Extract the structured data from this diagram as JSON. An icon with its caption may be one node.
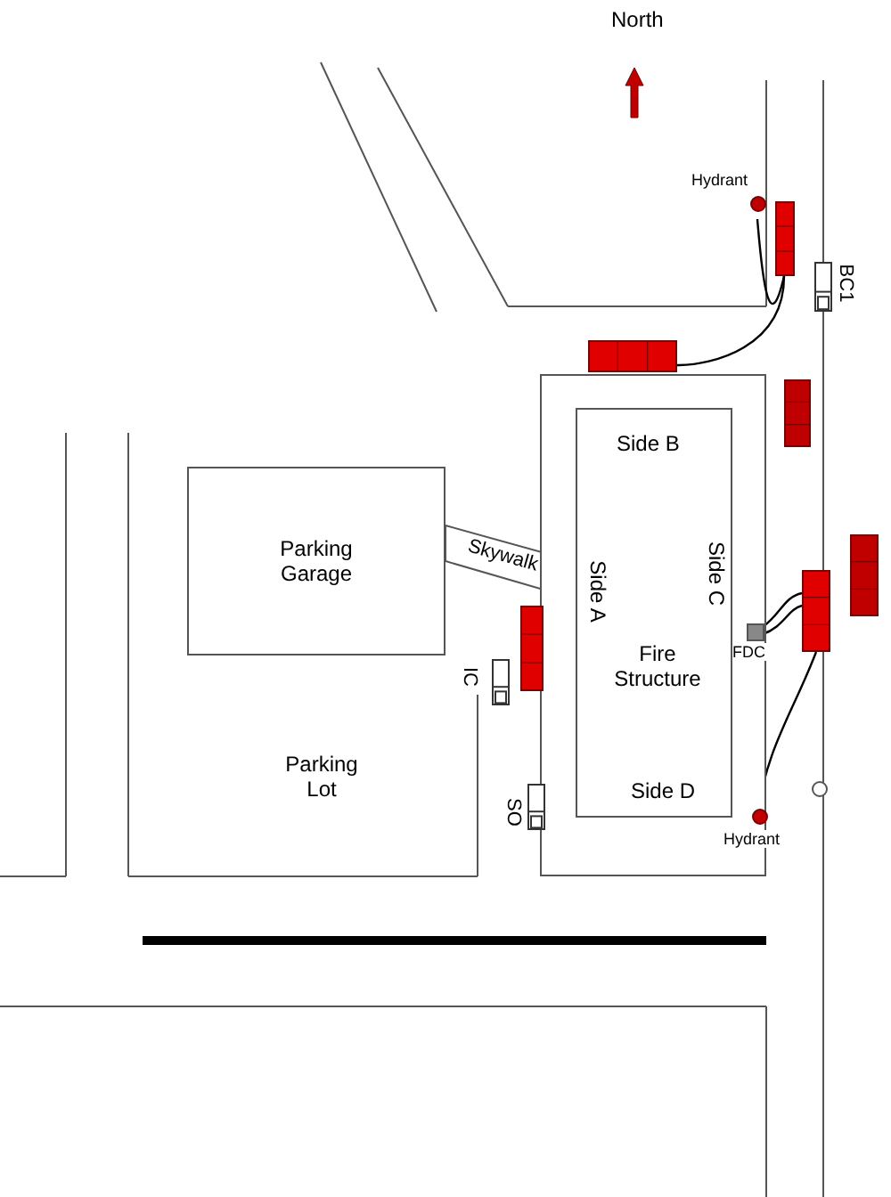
{
  "diagram": {
    "nodes": [
      {
        "text": [
          "Parking Garage"
        ]
      },
      {
        "text": [
          "Skywalk"
        ]
      },
      {
        "text": [],
        "shape": "box"
      },
      {
        "text": [
          "Side B",
          "Side A",
          "Side C",
          "Fire Structure",
          "Side D"
        ],
        "in": 2
      },
      {
        "text": [
          "Hydrant"
        ]
      },
      {
        "text": [],
        "shape": "truck"
      },
      {
        "text": [
          "BC1"
        ]
      },
      {
        "text": [],
        "shape": "truck"
      },
      {
        "text": [],
        "shape": "truck"
      },
      {
        "text": [],
        "shape": "truck"
      },
      {
        "text": [],
        "shape": "truck"
      },
      {
        "text": [
          "FDC"
        ],
        "in": 2
      },
      {
        "text": [
          "Hydrant"
        ],
        "in": 2
      },
      {
        "text": [],
        "shape": "truck"
      },
      {
        "text": [
          "IC"
        ]
      },
      {
        "text": [
          "SO"
        ]
      }
    ],
    "edges": [
      {
        "from": 4,
        "to": 5,
        "arrow": "none"
      },
      {
        "from": 5,
        "to": 7,
        "arrow": "none"
      },
      {
        "from": 11,
        "to": 10,
        "arrow": "none"
      },
      {
        "from": 11,
        "to": 10,
        "arrow": "none"
      },
      {
        "from": 12,
        "to": 10,
        "arrow": "none"
      }
    ],
    "labels": [
      "North",
      "Parking Lot"
    ]
  }
}
